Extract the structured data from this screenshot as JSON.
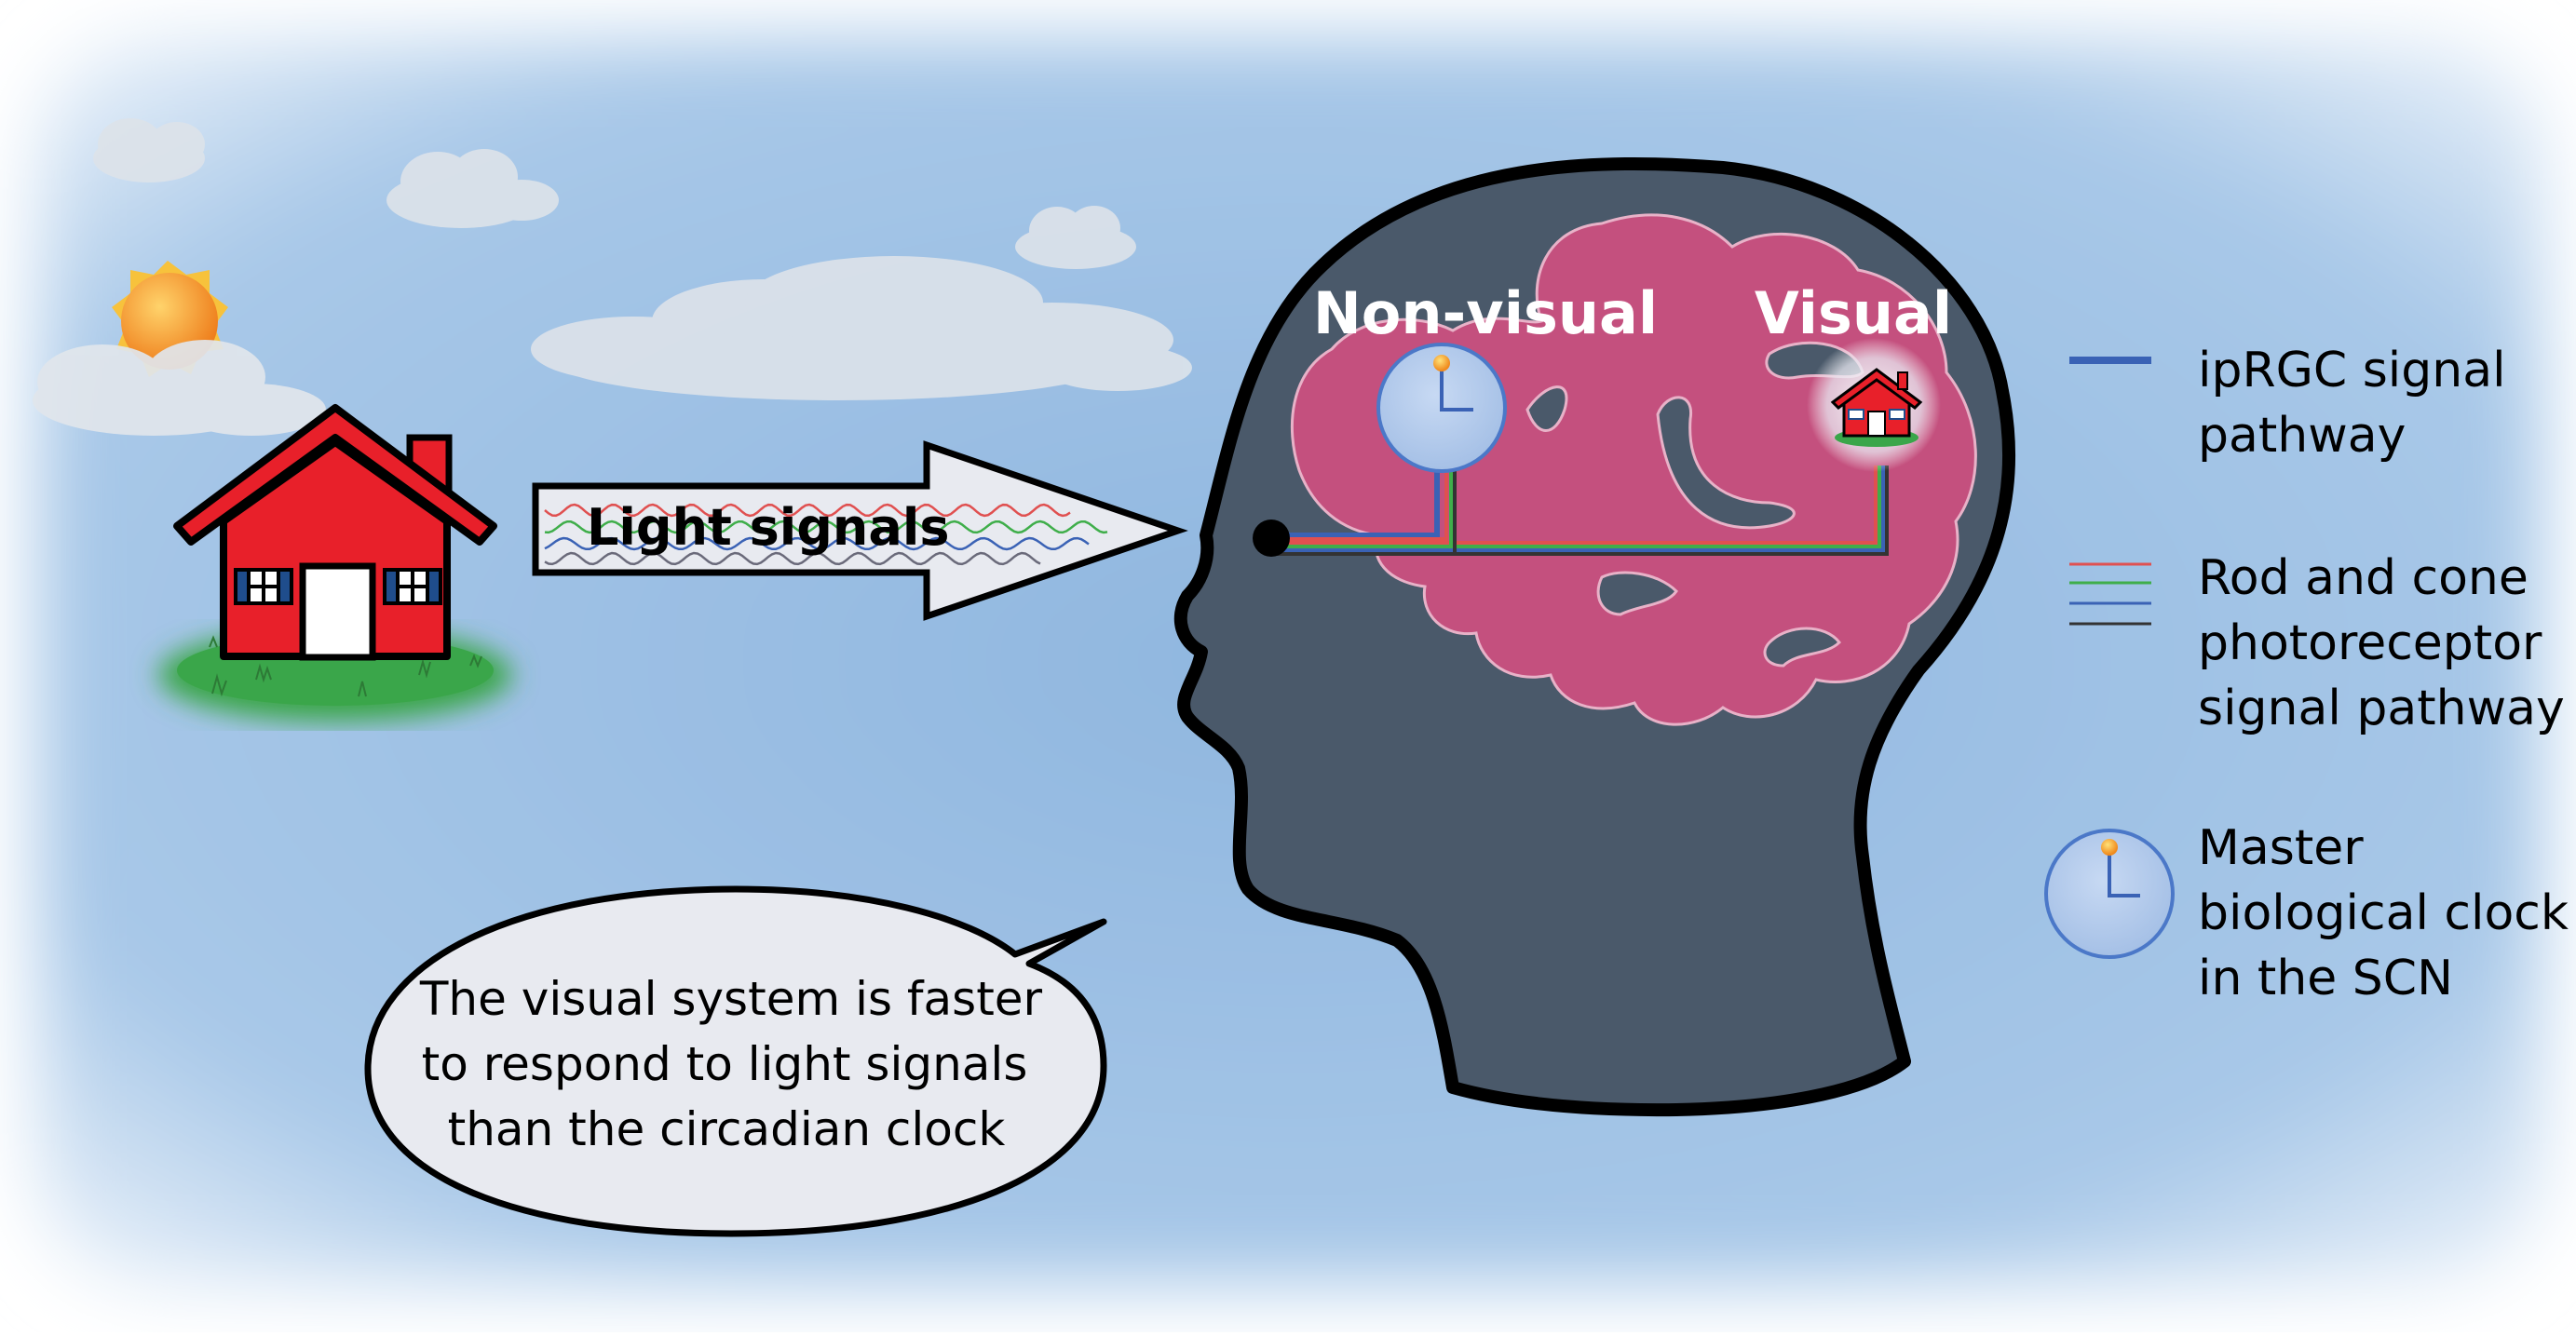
{
  "labels": {
    "arrow": "Light signals",
    "non_visual": "Non-visual",
    "visual": "Visual"
  },
  "speech_bubble": {
    "lines": [
      "The visual system is faster",
      "to respond to light signals",
      "than the circadian clock"
    ]
  },
  "legend": {
    "iprgc": [
      "ipRGC signal",
      "pathway"
    ],
    "rod_cone": [
      "Rod and cone",
      "photoreceptor",
      "signal pathway"
    ],
    "clock": [
      "Master",
      "biological clock",
      "in the SCN"
    ]
  },
  "colors": {
    "brain": "#c4507e",
    "head": "#4a596a",
    "iprgc_line": "#3a62b5",
    "rod_cone_lines": [
      "#e05050",
      "#3fae4a",
      "#3a62b5",
      "#333333"
    ],
    "house_red": "#e8202a",
    "grass": "#3aa64a",
    "sun": "#f29d27"
  },
  "icons": {
    "sun": "sun-icon",
    "cloud": "cloud-icon",
    "house": "house-icon",
    "clock": "clock-icon",
    "eye": "eye-dot-icon"
  }
}
